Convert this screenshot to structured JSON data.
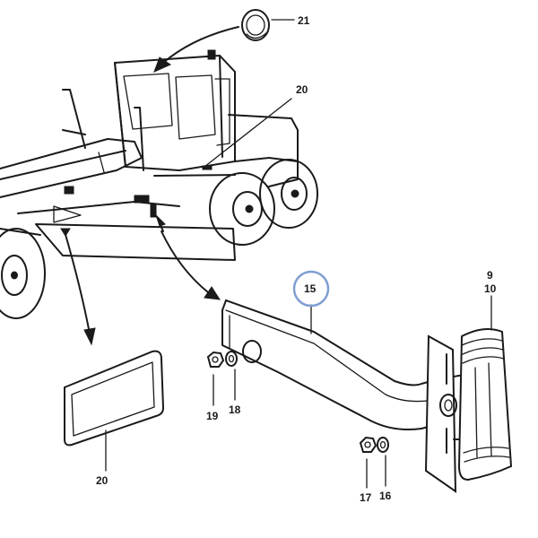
{
  "callouts": {
    "c21": "21",
    "c20a": "20",
    "c20b": "20",
    "c15": "15",
    "c9": "9",
    "c10": "10",
    "c19": "19",
    "c18": "18",
    "c17": "17",
    "c16": "16"
  },
  "colors": {
    "ink": "#1a1a1a",
    "highlight_ring": "#7f9fd2",
    "background": "#ffffff"
  },
  "highlighted_callout": "15"
}
